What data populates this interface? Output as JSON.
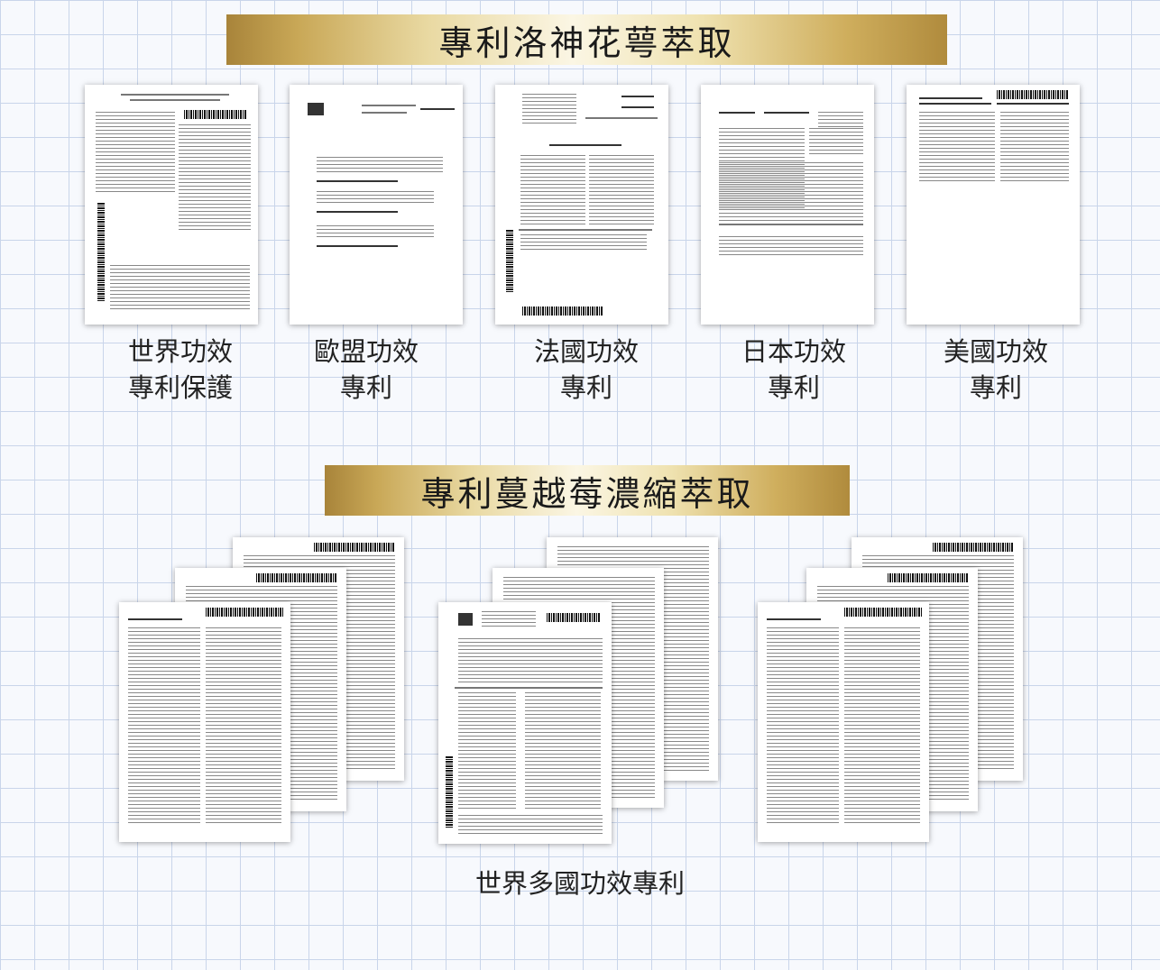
{
  "section1": {
    "title": "專利洛神花萼萃取",
    "items": [
      {
        "line1": "世界功效",
        "line2": "專利保護"
      },
      {
        "line1": "歐盟功效",
        "line2": "專利"
      },
      {
        "line1": "法國功效",
        "line2": "專利"
      },
      {
        "line1": "日本功效",
        "line2": "專利"
      },
      {
        "line1": "美國功效",
        "line2": "專利"
      }
    ]
  },
  "section2": {
    "title": "專利蔓越莓濃縮萃取",
    "caption": "世界多國功效專利"
  }
}
